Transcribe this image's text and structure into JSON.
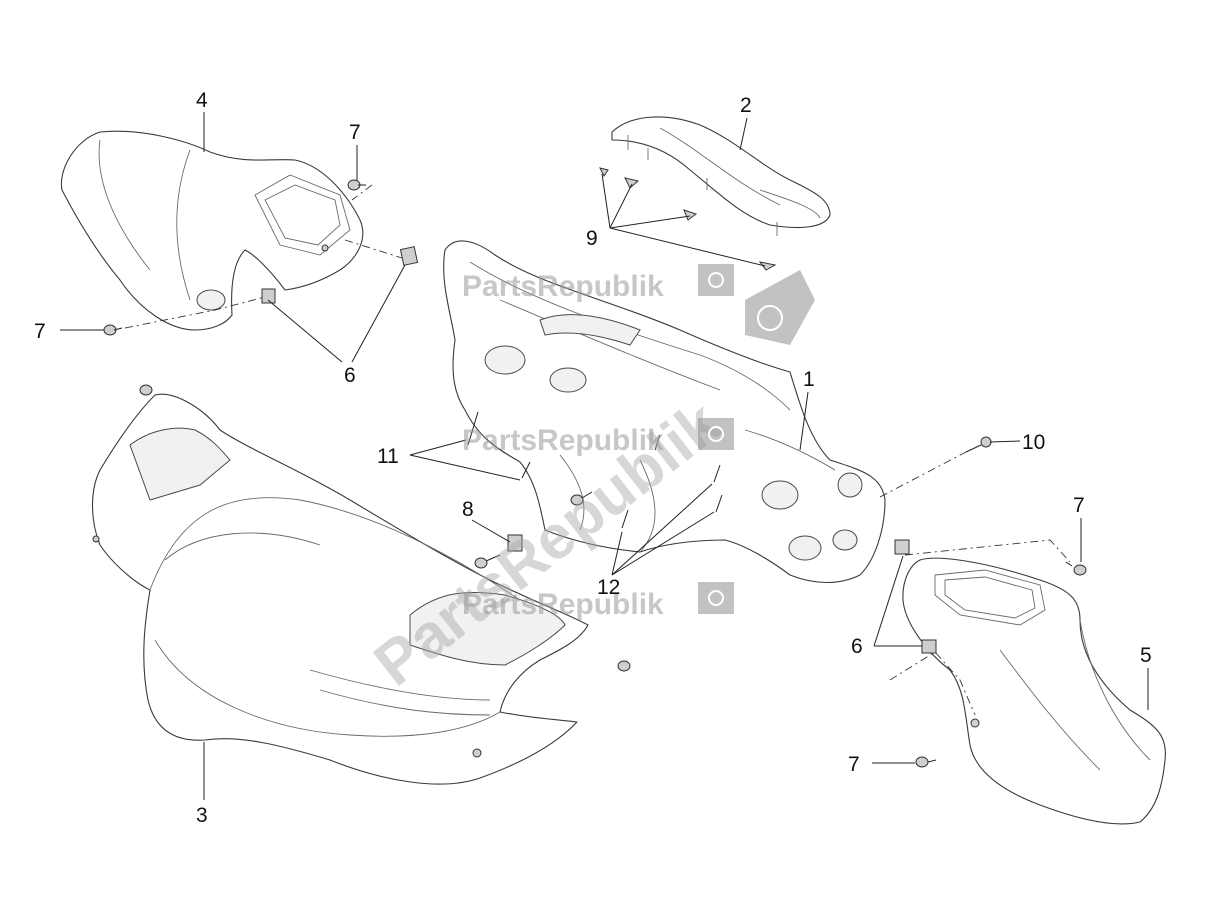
{
  "watermark": {
    "text": "PartsRepublik"
  },
  "callouts": [
    "1",
    "2",
    "3",
    "4",
    "5",
    "6",
    "6",
    "7",
    "7",
    "7",
    "7",
    "8",
    "9",
    "10",
    "11",
    "12"
  ]
}
